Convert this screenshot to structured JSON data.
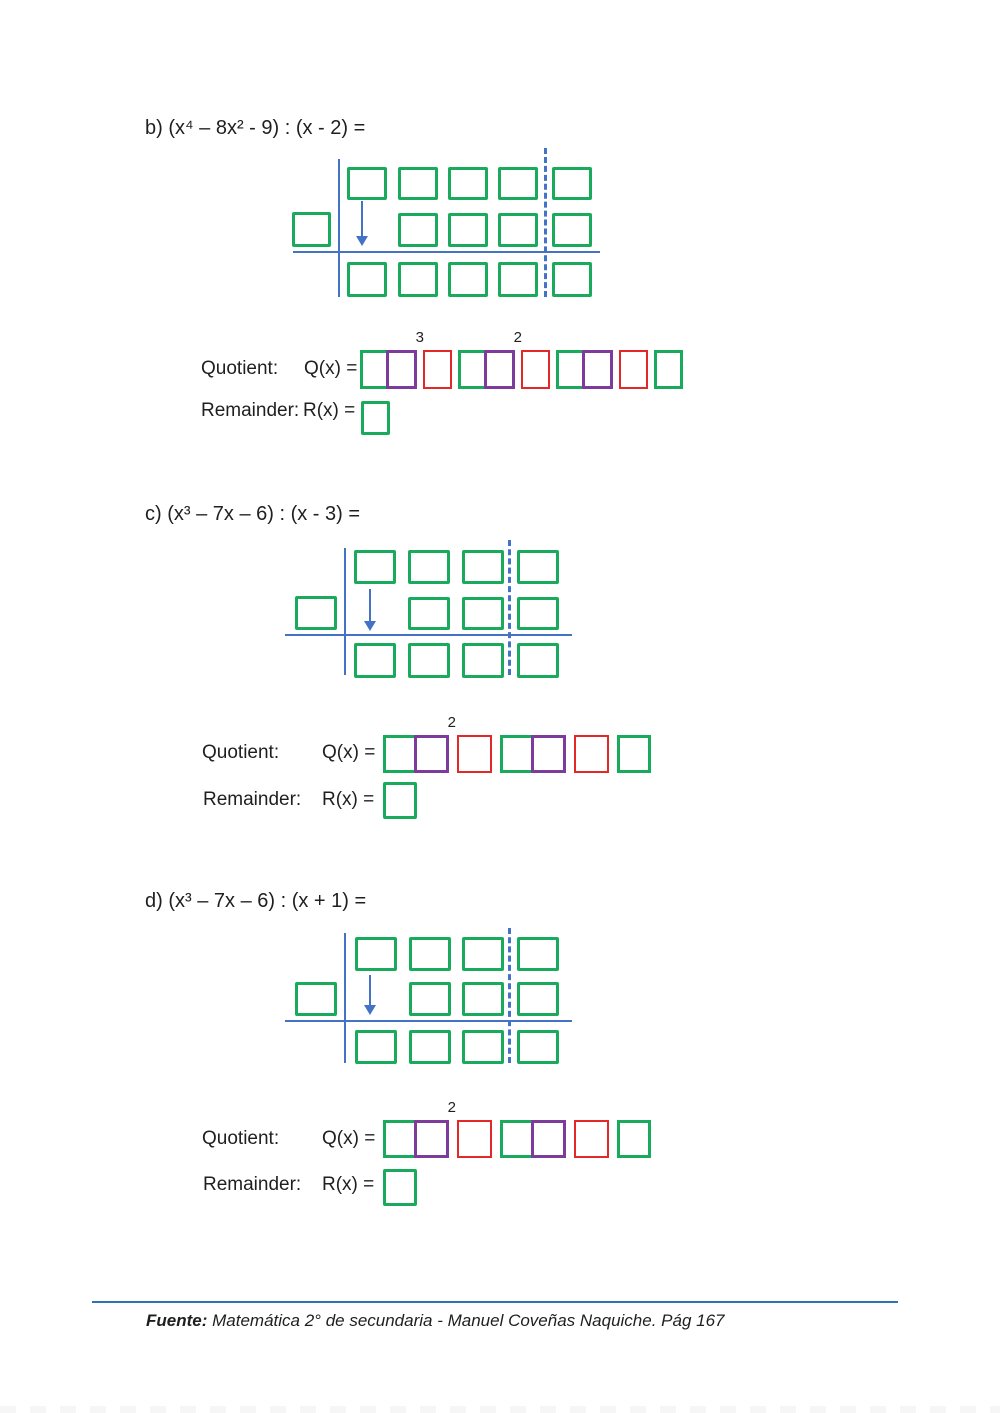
{
  "colors": {
    "green": "#1aaa5c",
    "purple": "#7d3c9b",
    "red": "#e32828",
    "blue": "#4472c4",
    "footer_line": "#2e74b5",
    "text": "#1f1f1f"
  },
  "labels": {
    "quotient": "Quotient:",
    "q_of_x": "Q(x) =",
    "remainder": "Remainder:",
    "r_of_x": "R(x) ="
  },
  "problems": {
    "b": {
      "title": "b) (x⁴ – 8x² - 9) : (x - 2) =",
      "quotient_sequence": [
        {
          "type": "pair",
          "exponent": "3"
        },
        {
          "type": "sign"
        },
        {
          "type": "pair",
          "exponent": "2"
        },
        {
          "type": "sign"
        },
        {
          "type": "pair"
        },
        {
          "type": "sign"
        },
        {
          "type": "constant"
        }
      ]
    },
    "c": {
      "title": "c) (x³ – 7x – 6) : (x - 3) =",
      "quotient_sequence": [
        {
          "type": "pair",
          "exponent": "2"
        },
        {
          "type": "sign"
        },
        {
          "type": "pair"
        },
        {
          "type": "sign"
        },
        {
          "type": "constant"
        }
      ]
    },
    "d": {
      "title": "d) (x³ – 7x – 6) : (x + 1) =",
      "quotient_sequence": [
        {
          "type": "pair",
          "exponent": "2"
        },
        {
          "type": "sign"
        },
        {
          "type": "pair"
        },
        {
          "type": "sign"
        },
        {
          "type": "constant"
        }
      ]
    }
  },
  "footer": {
    "source_label": "Fuente:",
    "source_text": "Matemática 2° de secundaria - Manuel Coveñas Naquiche. Pág 167"
  }
}
